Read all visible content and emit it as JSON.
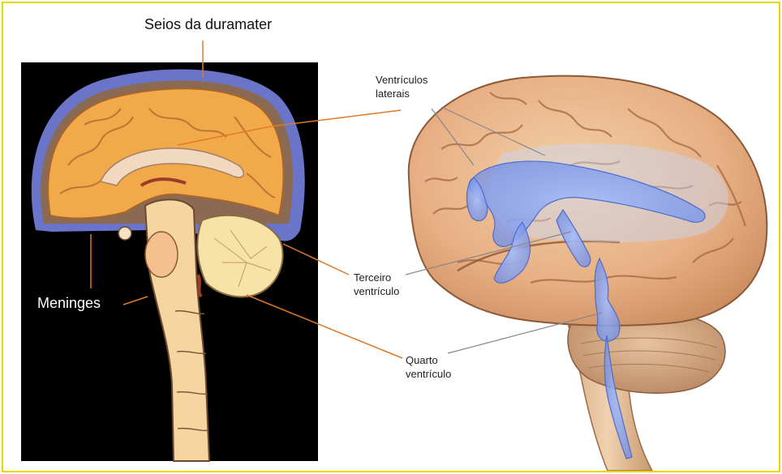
{
  "labels": {
    "seios": "Seios da duramater",
    "meninges": "Meninges",
    "ventriculos_line1": "Ventrículos",
    "ventriculos_line2": "laterais",
    "terceiro_line1": "Terceiro",
    "terceiro_line2": "ventrículo",
    "quarto_line1": "Quarto",
    "quarto_line2": "ventrículo"
  },
  "colors": {
    "frame_border": "#e8d800",
    "panel_background": "#000000",
    "brain_tissue": "#f2a94a",
    "brainstem": "#f6d6a0",
    "sinus_blue": "#6a74c8",
    "ventricle_blue": "#7c9cf0",
    "leader_orange": "#e07a28",
    "leader_gray": "#888888"
  }
}
